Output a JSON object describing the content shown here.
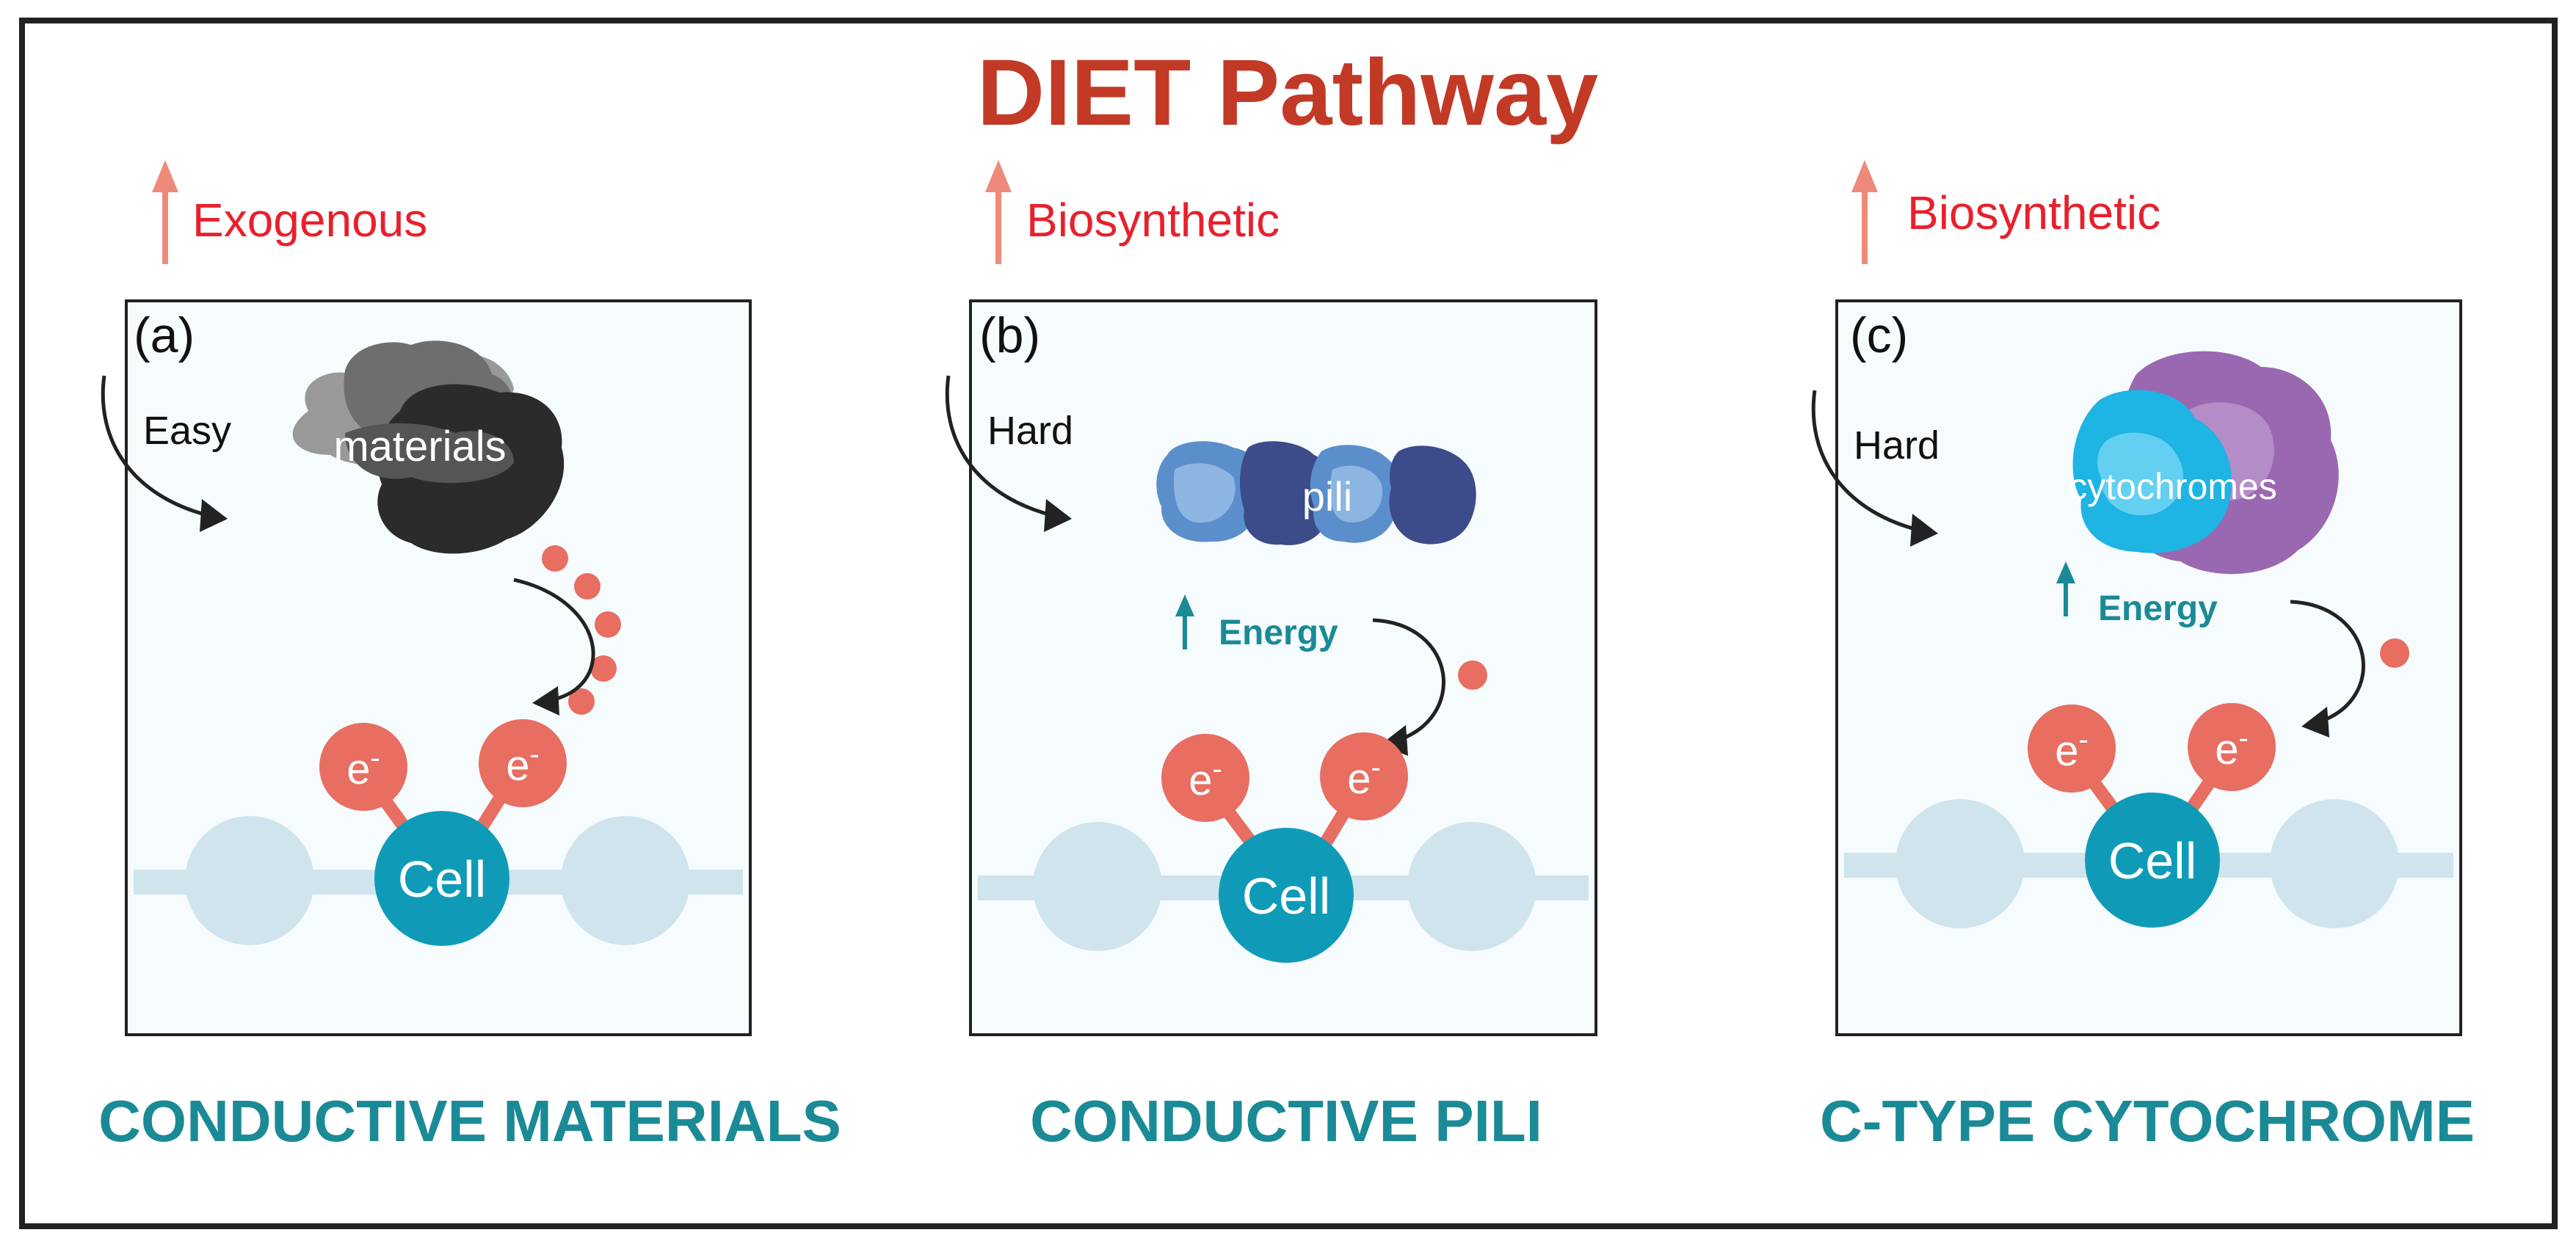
{
  "title": "DIET Pathway",
  "colors": {
    "title": "#c23a26",
    "red_label": "#e8202c",
    "red_arrow": "#ee8a7a",
    "teal": "#1a8a96",
    "cell": "#0f9bb8",
    "electron": "#e76e61",
    "bg_circle": "#cfe4ec",
    "panel_bg": "#f6fbfd"
  },
  "panels": [
    {
      "letter": "(a)",
      "top_label": "Exogenous",
      "difficulty": "Easy",
      "structure": "materials",
      "cell": "Cell",
      "electron": "e-",
      "caption": "CONDUCTIVE MATERIALS"
    },
    {
      "letter": "(b)",
      "top_label": "Biosynthetic",
      "difficulty": "Hard",
      "structure": "pili",
      "energy": "Energy",
      "cell": "Cell",
      "electron": "e-",
      "caption": "CONDUCTIVE PILI"
    },
    {
      "letter": "(c)",
      "top_label": "Biosynthetic",
      "difficulty": "Hard",
      "structure": "cytochromes",
      "energy": "Energy",
      "cell": "Cell",
      "electron": "e-",
      "caption": "C-TYPE CYTOCHROME"
    }
  ]
}
